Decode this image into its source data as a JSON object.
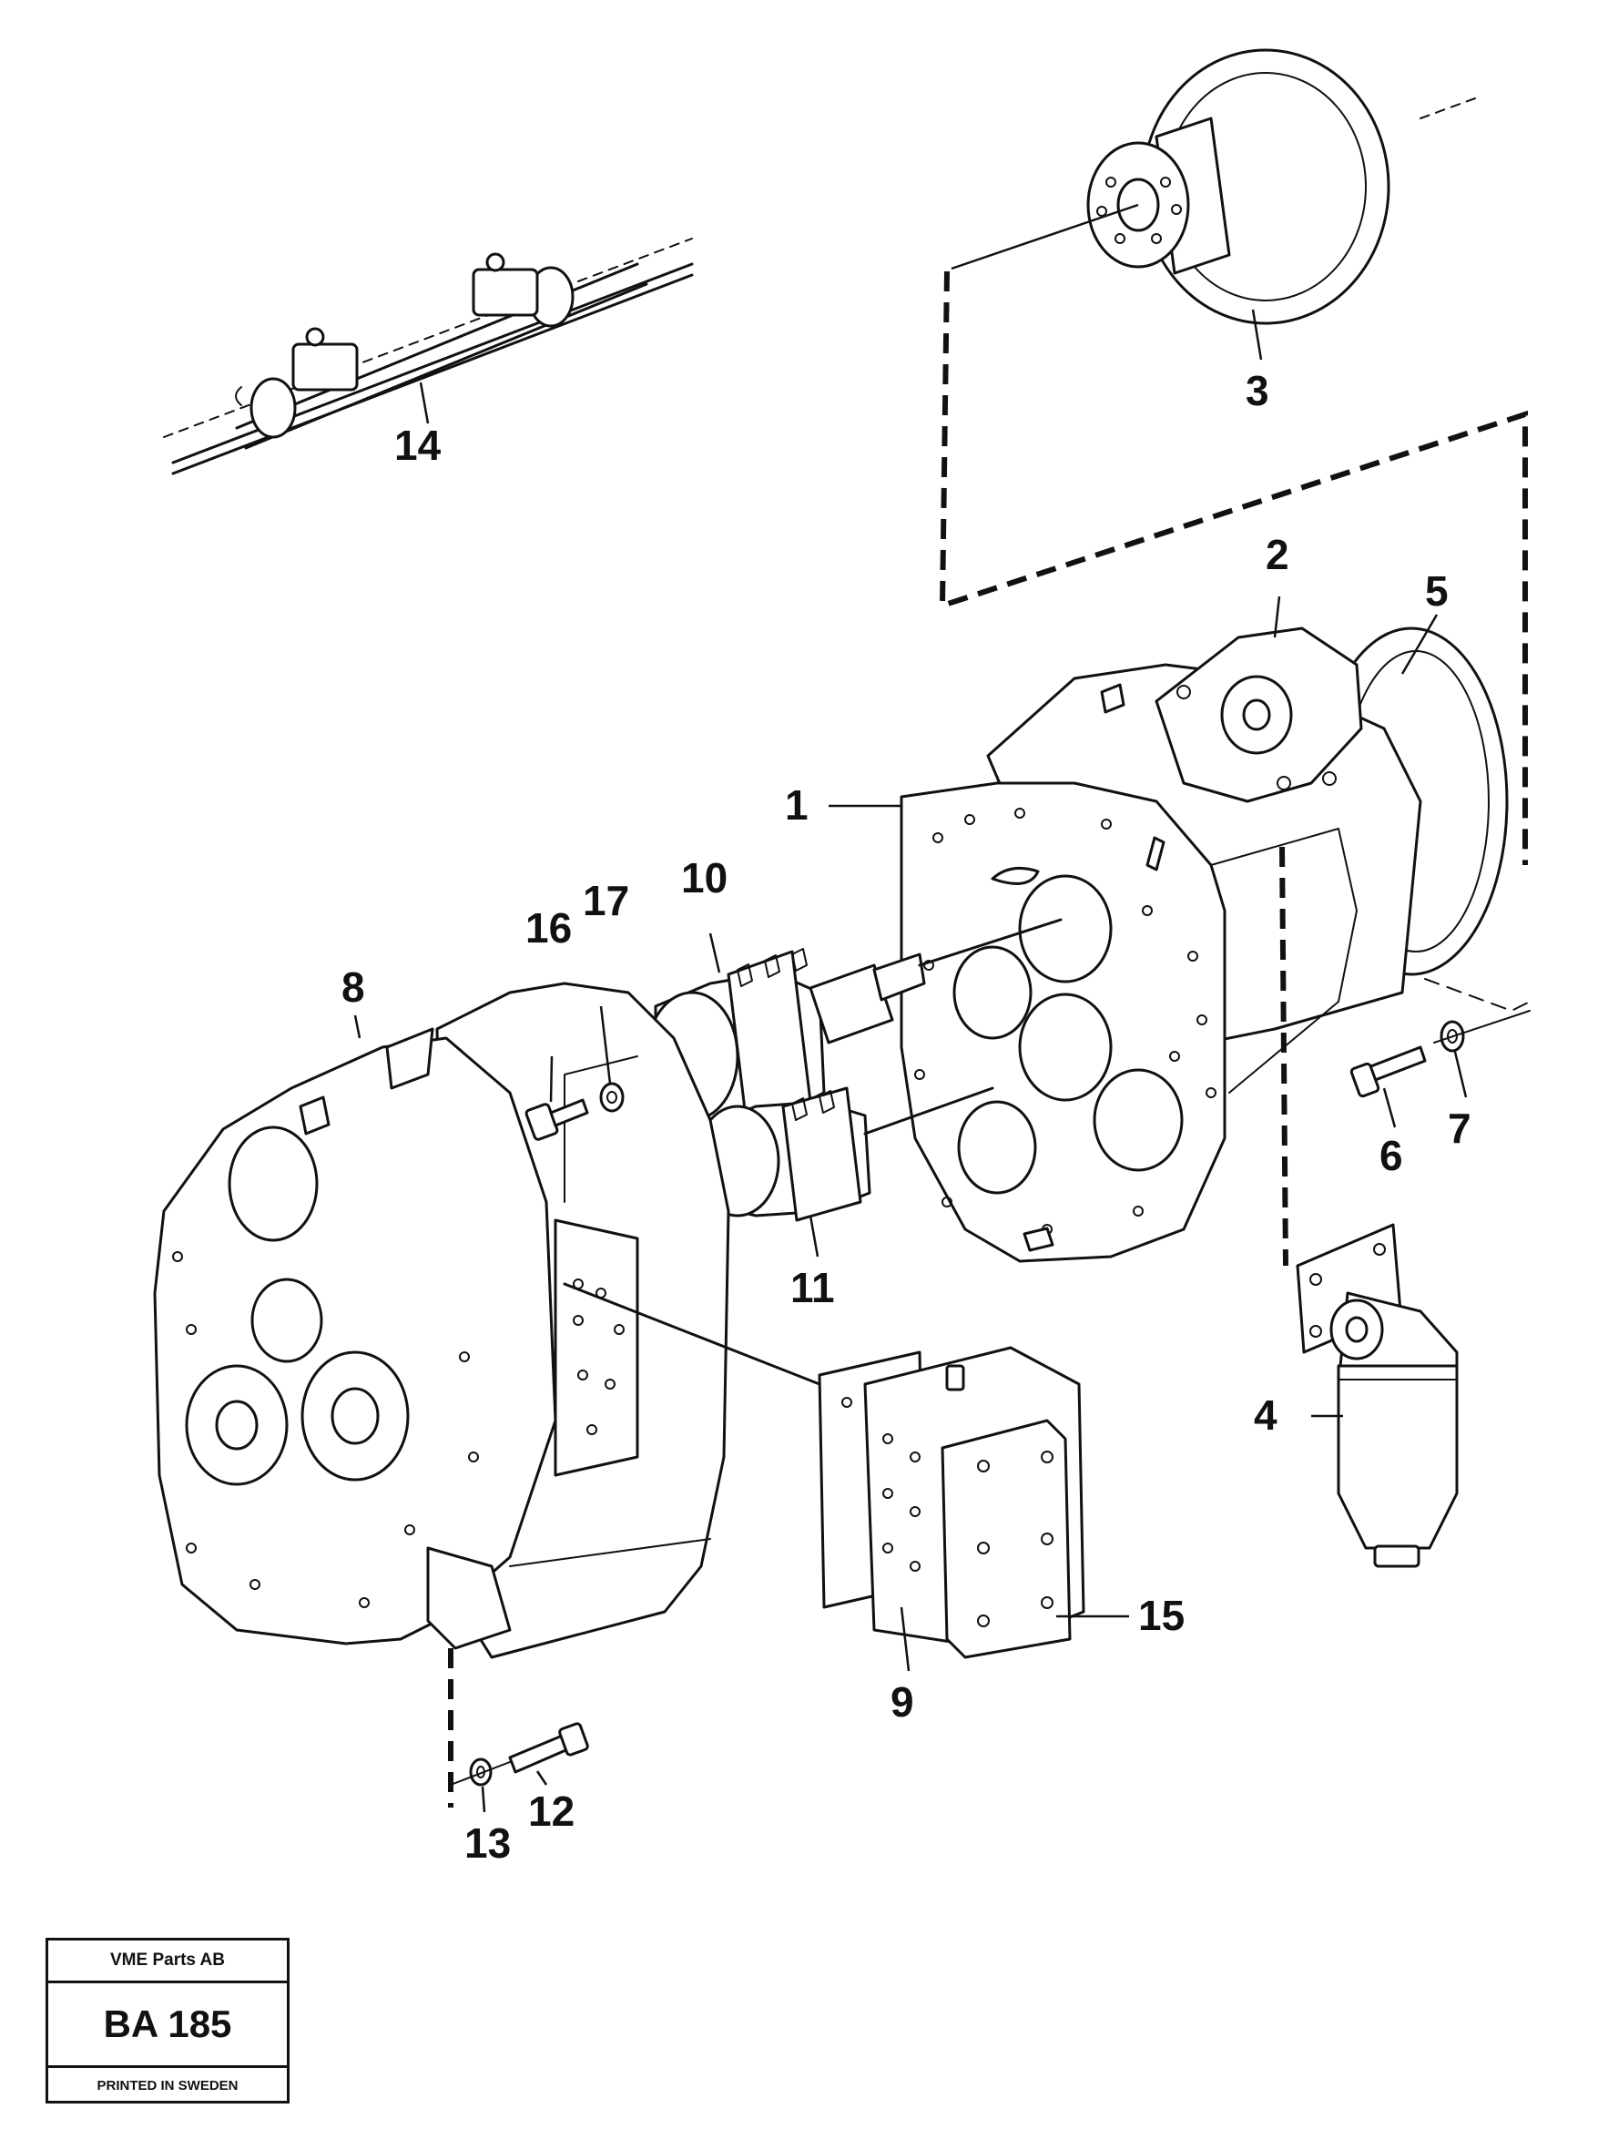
{
  "callouts": [
    {
      "id": "1",
      "label": "1"
    },
    {
      "id": "2",
      "label": "2"
    },
    {
      "id": "3",
      "label": "3"
    },
    {
      "id": "4",
      "label": "4"
    },
    {
      "id": "5",
      "label": "5"
    },
    {
      "id": "6",
      "label": "6"
    },
    {
      "id": "7",
      "label": "7"
    },
    {
      "id": "8",
      "label": "8"
    },
    {
      "id": "9",
      "label": "9"
    },
    {
      "id": "10",
      "label": "10"
    },
    {
      "id": "11",
      "label": "11"
    },
    {
      "id": "12",
      "label": "12"
    },
    {
      "id": "13",
      "label": "13"
    },
    {
      "id": "14",
      "label": "14"
    },
    {
      "id": "15",
      "label": "15"
    },
    {
      "id": "16",
      "label": "16"
    },
    {
      "id": "17",
      "label": "17"
    }
  ],
  "title_block": {
    "company": "VME Parts AB",
    "code": "BA 185",
    "printed": "PRINTED IN SWEDEN"
  }
}
